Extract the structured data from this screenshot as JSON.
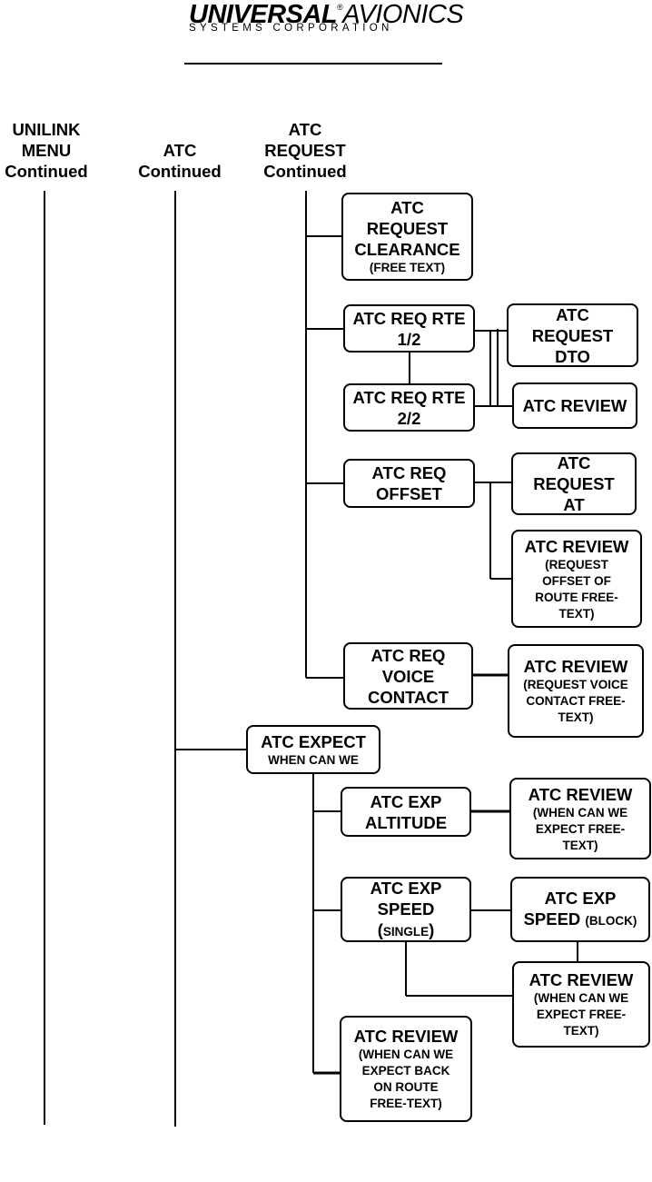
{
  "logo": {
    "brand_bold": "UNIVERSAL",
    "brand_reg": "®",
    "brand_light": "AVIONICS",
    "subtitle": "SYSTEMS CORPORATION"
  },
  "columns": {
    "unilink": "UNILINK\nMENU\nContinued",
    "atc": "ATC\nContinued",
    "atc_request": "ATC\nREQUEST\nContinued"
  },
  "boxes": {
    "req_clearance": {
      "title": "ATC\nREQUEST\nCLEARANCE",
      "sub": "(FREE TEXT)"
    },
    "req_rte_1": {
      "title": "ATC REQ RTE\n1/2"
    },
    "req_dto": {
      "title": "ATC\nREQUEST\nDTO"
    },
    "req_rte_2": {
      "title": "ATC REQ RTE\n2/2"
    },
    "review_rte": {
      "title": "ATC REVIEW"
    },
    "req_offset": {
      "title": "ATC REQ\nOFFSET"
    },
    "req_at": {
      "title": "ATC\nREQUEST\nAT"
    },
    "review_offset": {
      "title": "ATC REVIEW",
      "sub": "(REQUEST\nOFFSET OF\nROUTE  FREE-\nTEXT)"
    },
    "req_voice": {
      "title": "ATC REQ\nVOICE\nCONTACT"
    },
    "review_voice": {
      "title": "ATC REVIEW",
      "sub": "(REQUEST VOICE\nCONTACT  FREE-\nTEXT)"
    },
    "expect": {
      "title": "ATC EXPECT",
      "sub": "WHEN CAN WE"
    },
    "exp_altitude": {
      "title": "ATC EXP\nALTITUDE"
    },
    "review_altitude": {
      "title": "ATC REVIEW",
      "sub": "(WHEN CAN WE\nEXPECT   FREE-\nTEXT)"
    },
    "exp_speed_single": {
      "title": "ATC EXP\nSPEED",
      "open": "(",
      "small": "SINGLE",
      "close": ")"
    },
    "exp_speed_block": {
      "title": "ATC EXP",
      "line2": "SPEED ",
      "small": "(BLOCK)"
    },
    "review_speed": {
      "title": "ATC REVIEW",
      "sub": "(WHEN CAN WE\nEXPECT   FREE-\nTEXT)"
    },
    "review_back": {
      "title": "ATC REVIEW",
      "sub": "(WHEN CAN WE\nEXPECT BACK\nON ROUTE\nFREE-TEXT)"
    }
  }
}
